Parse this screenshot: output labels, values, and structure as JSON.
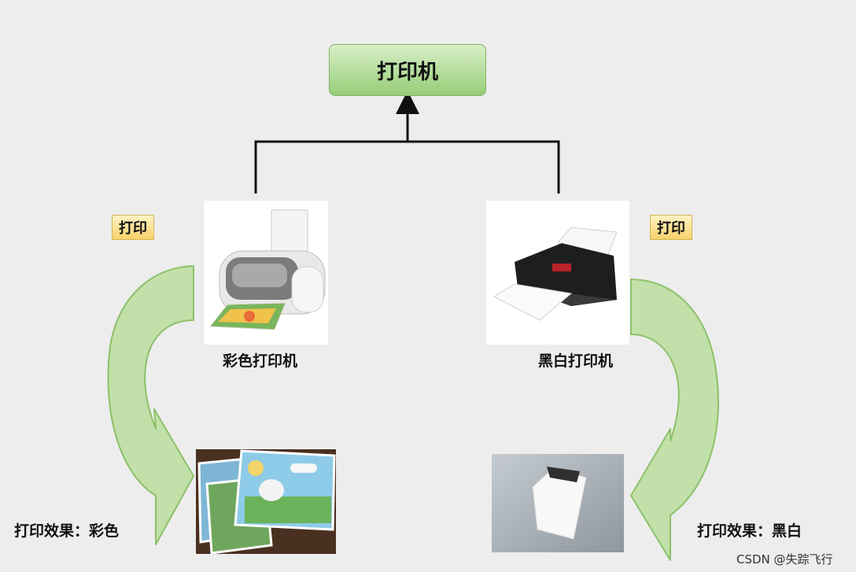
{
  "root": {
    "label": "打印机"
  },
  "left": {
    "tag": "打印",
    "caption": "彩色打印机",
    "result": "打印效果：彩色"
  },
  "right": {
    "tag": "打印",
    "caption": "黑白打印机",
    "result": "打印效果：黑白"
  },
  "watermark": "CSDN @失踪飞行",
  "colors": {
    "background": "#ededed",
    "root_fill": "#96cd76",
    "root_border": "#82b366",
    "tag_fill": "#f7d26a",
    "arrow_fill": "#c2e0a9",
    "arrow_stroke": "#8cc16a",
    "connector": "#111111"
  }
}
